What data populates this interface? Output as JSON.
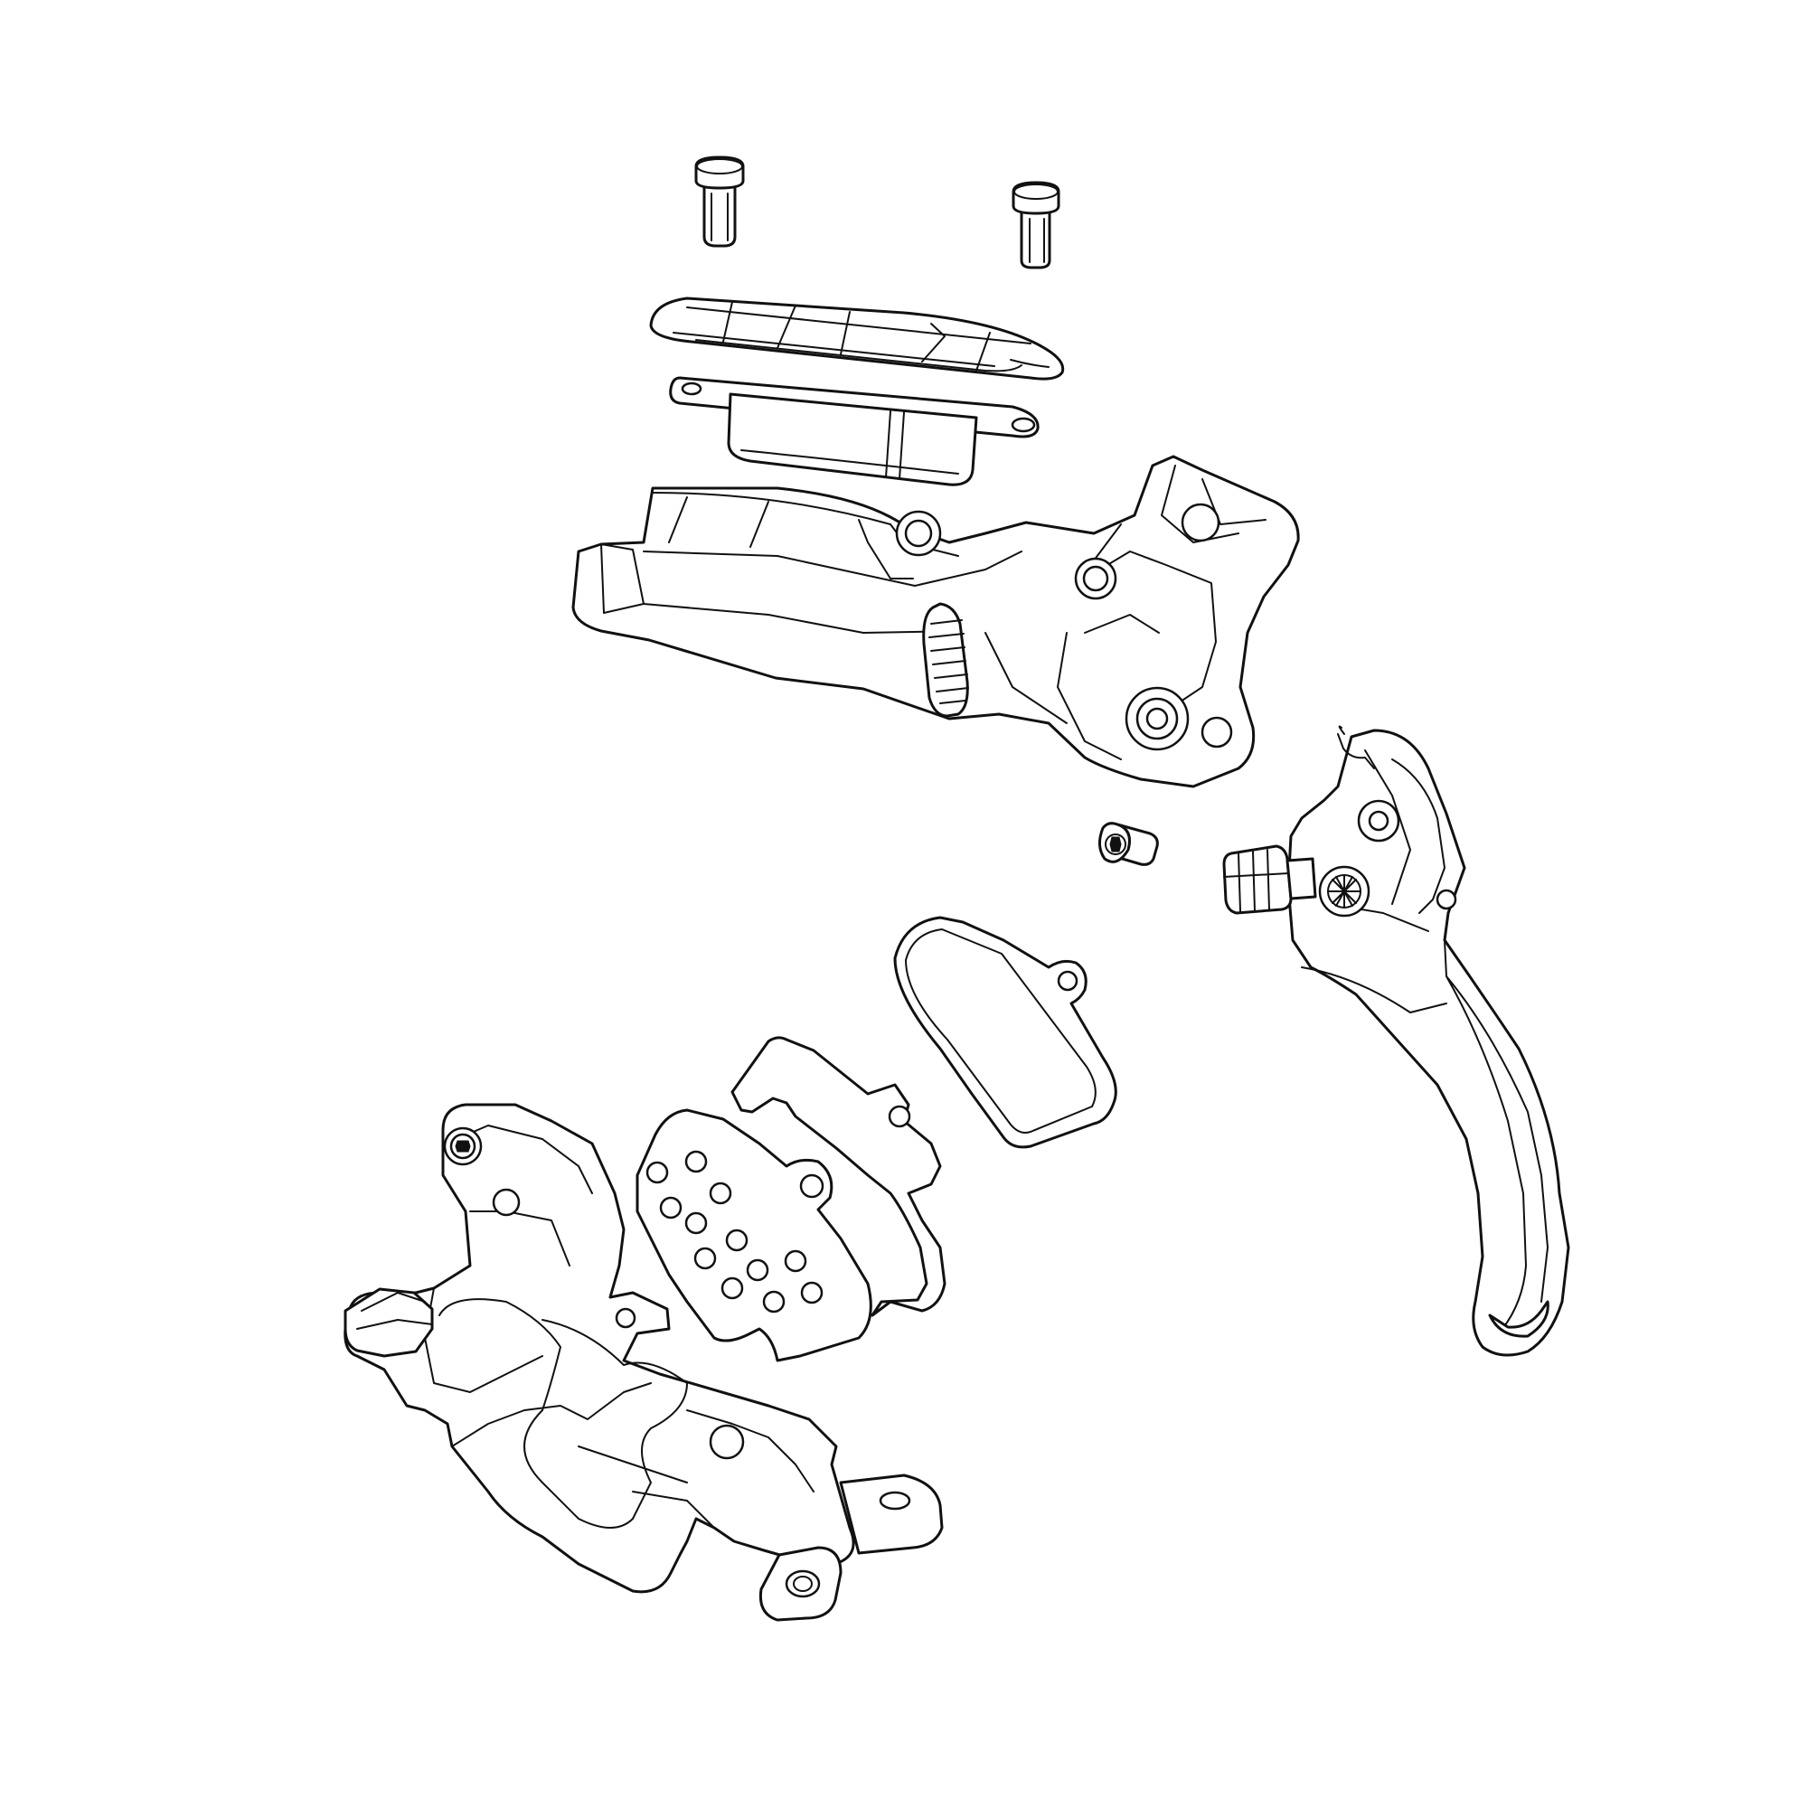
{
  "diagram": {
    "parts": [
      {
        "id": "reservoir-screw",
        "icon": "torx-screw-icon"
      },
      {
        "id": "reservoir-cover",
        "icon": "cover-plate-icon"
      },
      {
        "id": "reservoir-bladder",
        "icon": "bladder-icon"
      },
      {
        "id": "master-cylinder-body",
        "icon": "lever-body-icon"
      },
      {
        "id": "pivot-bolt",
        "icon": "torx-screw-icon"
      },
      {
        "id": "brake-lever-blade",
        "icon": "lever-blade-icon"
      },
      {
        "id": "brake-pad",
        "icon": "brake-pad-icon"
      },
      {
        "id": "pad-spring",
        "icon": "spring-clip-icon"
      },
      {
        "id": "caliper-body",
        "icon": "caliper-icon"
      }
    ],
    "line_color": "#111111",
    "background": "#ffffff"
  }
}
